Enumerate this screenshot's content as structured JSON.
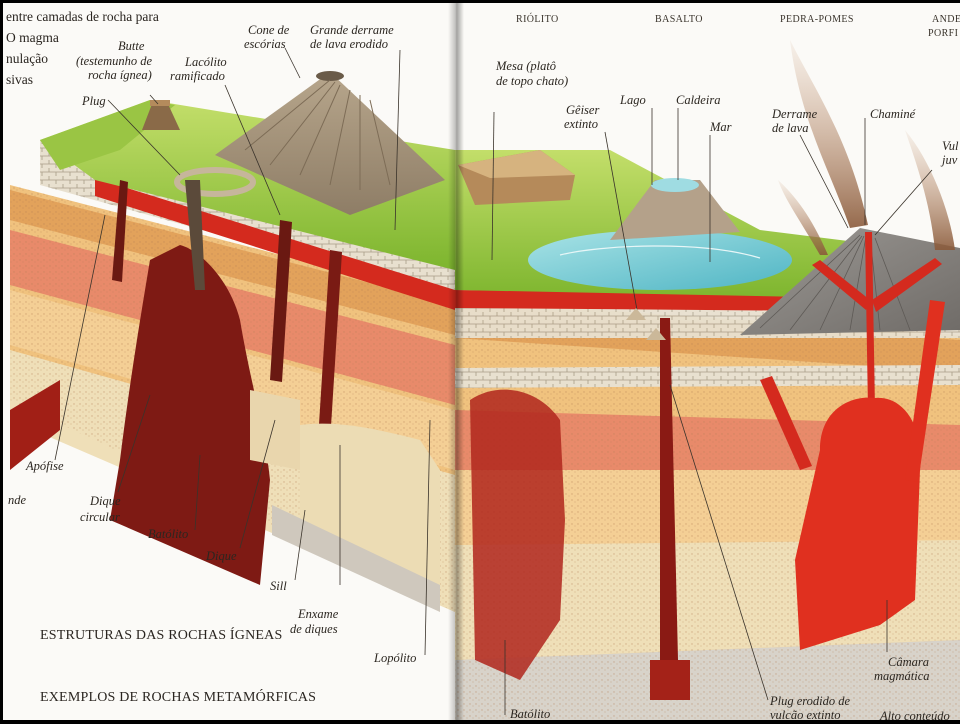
{
  "intro_text": {
    "line1": "entre camadas de rocha para",
    "line2": "O magma",
    "line3": "nulação",
    "line4": "sivas"
  },
  "rock_types": {
    "riolito": "RIÓLITO",
    "basalto": "BASALTO",
    "pedra_pomes": "PEDRA-POMES",
    "andesito": "ANDE",
    "porfirito": "PORFI"
  },
  "labels": {
    "butte_title": "Butte",
    "butte_note_1": "(testemunho de",
    "butte_note_2": "rocha ígnea)",
    "plug": "Plug",
    "lacolito_1": "Lacólito",
    "lacolito_2": "ramificado",
    "cone_1": "Cone de",
    "cone_2": "escórias",
    "derrame_grande_1": "Grande derrame",
    "derrame_grande_2": "de lava erodido",
    "mesa_1": "Mesa (platô",
    "mesa_2": "de topo chato)",
    "geiser_1": "Gêiser",
    "geiser_2": "extinto",
    "lago": "Lago",
    "caldeira": "Caldeira",
    "mar": "Mar",
    "derrame_lava_1": "Derrame",
    "derrame_lava_2": "de lava",
    "chamine": "Chaminé",
    "vulcao_1": "Vul",
    "vulcao_2": "juv",
    "apofise": "Apófise",
    "ande": "nde",
    "dique_circular_1": "Dique",
    "dique_circular_2": "circular",
    "batolito_left": "Batólito",
    "dique": "Dique",
    "sill": "Sill",
    "enxame_1": "Enxame",
    "enxame_2": "de diques",
    "lopolito": "Lopólito",
    "batolito_right": "Batólito",
    "plug_erodido_1": "Plug erodido de",
    "plug_erodido_2": "vulcão extinto",
    "camara_1": "Câmara",
    "camara_2": "magmática",
    "alto_conteudo": "Alto conteúdo"
  },
  "headings": {
    "igneas": "ESTRUTURAS DAS ROCHAS ÍGNEAS",
    "metamorficas": "EXEMPLOS DE ROCHAS METAMÓRFICAS"
  },
  "colors": {
    "paper": "#fbfaf7",
    "grass": "#8fc23a",
    "magma": "#d8261c",
    "dark_magma": "#8a1a14",
    "sandstone": "#f2c98a",
    "pink_rock": "#e0907a",
    "stone": "#d9d1c0",
    "sea": "#7fd0d8"
  }
}
